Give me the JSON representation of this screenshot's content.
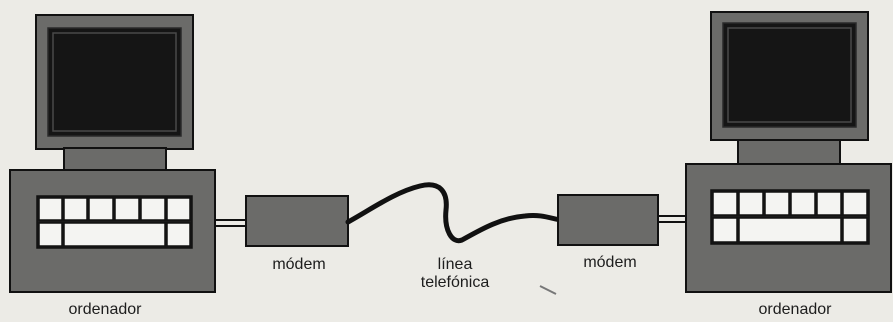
{
  "labels": {
    "computer_left": "ordenador",
    "modem_left": "módem",
    "phone_line_1": "línea",
    "phone_line_2": "telefónica",
    "modem_right": "módem",
    "computer_right": "ordenador"
  },
  "colors": {
    "background": "#ecebe6",
    "equipment": "#6b6b69",
    "screen": "#151515",
    "keys": "#f4f4f2",
    "lines": "#111111"
  }
}
